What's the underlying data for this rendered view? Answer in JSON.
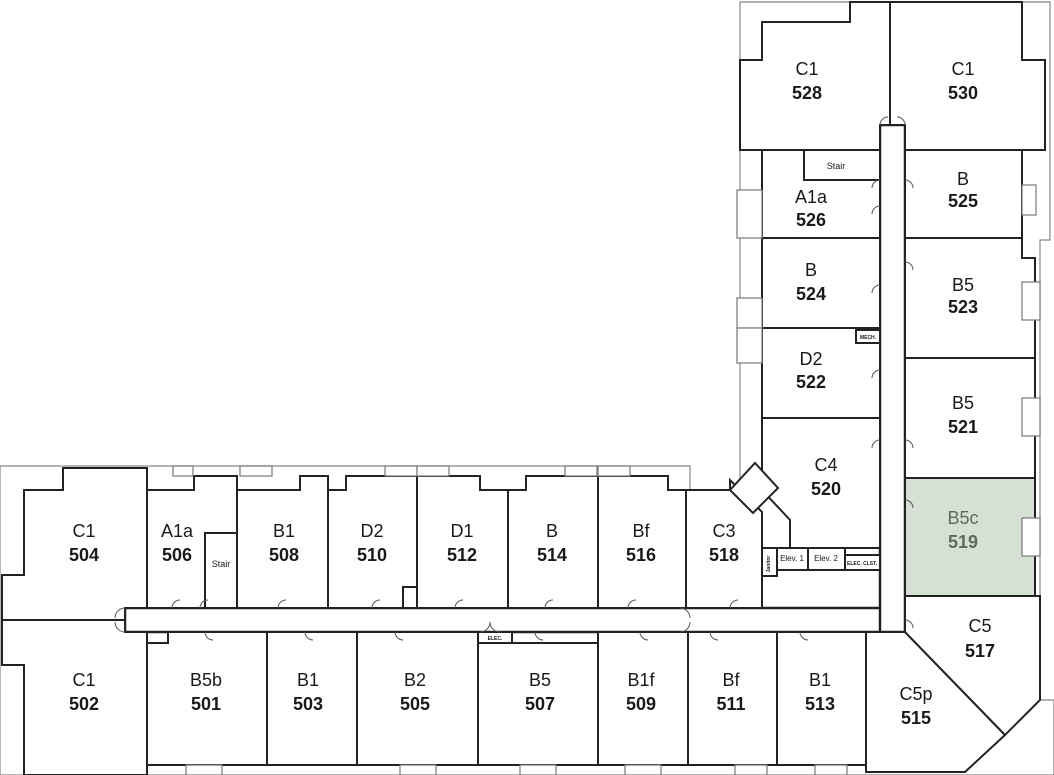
{
  "colors": {
    "wall": "#222222",
    "room": "#ffffff",
    "highlight": "#d6e0d4"
  },
  "units": [
    {
      "id": "u504",
      "type": "C1",
      "num": "504",
      "interactable": true
    },
    {
      "id": "u506",
      "type": "A1a",
      "num": "506",
      "interactable": true
    },
    {
      "id": "u508",
      "type": "B1",
      "num": "508",
      "interactable": true
    },
    {
      "id": "u510",
      "type": "D2",
      "num": "510",
      "interactable": true
    },
    {
      "id": "u512",
      "type": "D1",
      "num": "512",
      "interactable": true
    },
    {
      "id": "u514",
      "type": "B",
      "num": "514",
      "interactable": true
    },
    {
      "id": "u516",
      "type": "Bf",
      "num": "516",
      "interactable": true
    },
    {
      "id": "u518",
      "type": "C3",
      "num": "518",
      "interactable": true
    },
    {
      "id": "u502",
      "type": "C1",
      "num": "502",
      "interactable": true
    },
    {
      "id": "u501",
      "type": "B5b",
      "num": "501",
      "interactable": true
    },
    {
      "id": "u503",
      "type": "B1",
      "num": "503",
      "interactable": true
    },
    {
      "id": "u505",
      "type": "B2",
      "num": "505",
      "interactable": true
    },
    {
      "id": "u507",
      "type": "B5",
      "num": "507",
      "interactable": true
    },
    {
      "id": "u509",
      "type": "B1f",
      "num": "509",
      "interactable": true
    },
    {
      "id": "u511",
      "type": "Bf",
      "num": "511",
      "interactable": true
    },
    {
      "id": "u513",
      "type": "B1",
      "num": "513",
      "interactable": true
    },
    {
      "id": "u515",
      "type": "C5p",
      "num": "515",
      "interactable": true
    },
    {
      "id": "u517",
      "type": "C5",
      "num": "517",
      "interactable": true
    },
    {
      "id": "u519",
      "type": "B5c",
      "num": "519",
      "interactable": true,
      "selected": true
    },
    {
      "id": "u520",
      "type": "C4",
      "num": "520",
      "interactable": true
    },
    {
      "id": "u521",
      "type": "B5",
      "num": "521",
      "interactable": true
    },
    {
      "id": "u522",
      "type": "D2",
      "num": "522",
      "interactable": true
    },
    {
      "id": "u523",
      "type": "B5",
      "num": "523",
      "interactable": true
    },
    {
      "id": "u524",
      "type": "B",
      "num": "524",
      "interactable": true
    },
    {
      "id": "u525",
      "type": "B",
      "num": "525",
      "interactable": true
    },
    {
      "id": "u526",
      "type": "A1a",
      "num": "526",
      "interactable": true
    },
    {
      "id": "u528",
      "type": "C1",
      "num": "528",
      "interactable": true
    },
    {
      "id": "u530",
      "type": "C1",
      "num": "530",
      "interactable": true
    }
  ],
  "utility": {
    "stair_left": "Stair",
    "stair_top": "Stair",
    "elev1": "Elev. 1",
    "elev2": "Elev. 2",
    "elec_clst": "ELEC. CLST.",
    "janitor": "Janitor",
    "mech": "MECH.",
    "elec": "ELEC."
  }
}
